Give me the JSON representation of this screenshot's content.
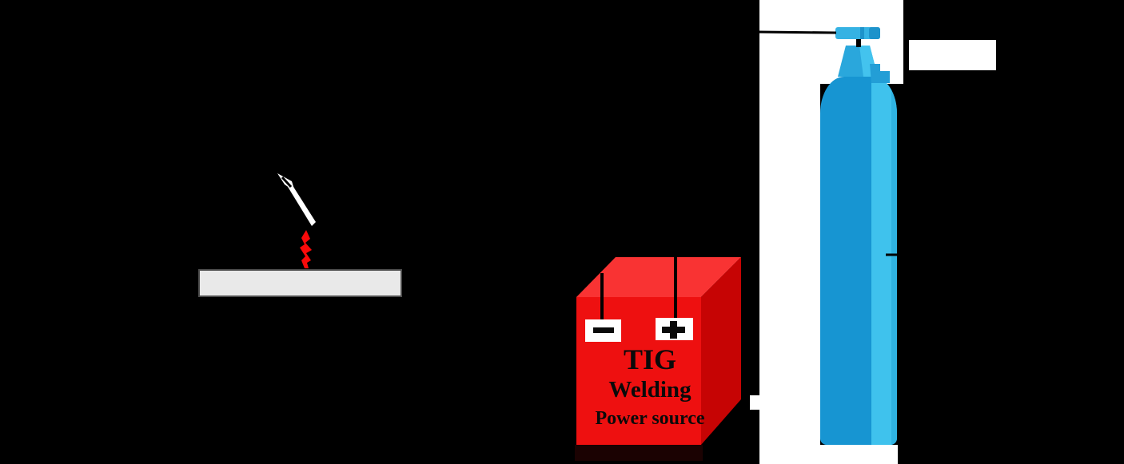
{
  "diagram": {
    "power_source": {
      "title_line1": "TIG",
      "title_line2": "Welding",
      "title_line3": "Power source",
      "negative_terminal_icon": "minus-icon",
      "positive_terminal_icon": "plus-icon"
    },
    "colors": {
      "background": "#000000",
      "box_front": "#EE1010",
      "box_top": "#F93333",
      "box_side": "#C60404",
      "box_shadow": "#1B0202",
      "workpiece_plate": "#E9E9E9",
      "plate_border": "#4D4D4D",
      "arc_red": "#FA0A0A",
      "torch_white": "#FFFFFF",
      "cylinder_body_blue": "#1795D2",
      "cylinder_highlight_blue": "#3FC2ED",
      "cylinder_edge_blue": "#2FB3E2",
      "valve_blue": "#2AA7DC",
      "valve_highlight_blue": "#43C3EE",
      "valve_dark_blue": "#1D93CB",
      "callout_white": "#FFFFFF",
      "cable_black": "#000000"
    }
  }
}
